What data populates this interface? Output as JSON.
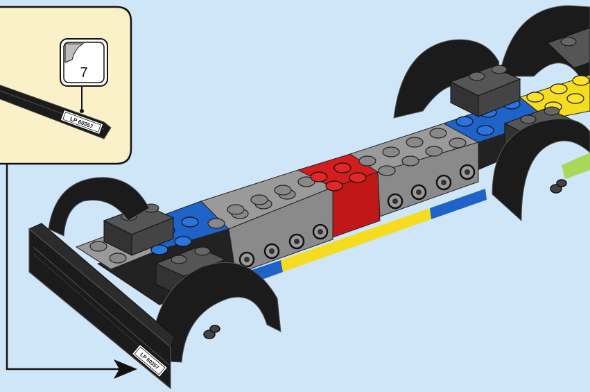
{
  "callout": {
    "sticker_number": "7",
    "sticker_text": "LP 60357"
  },
  "model": {
    "plate_text": "LP 60357"
  },
  "colors": {
    "background": "#cfe6f8",
    "callout_bg": "#fbf1c8",
    "black": "#1b1b1b",
    "gray": "#9a9a9a",
    "blue": "#1e64c8",
    "red": "#d21e1e",
    "yellow": "#f5dc1e",
    "lime": "#a8d85a"
  }
}
